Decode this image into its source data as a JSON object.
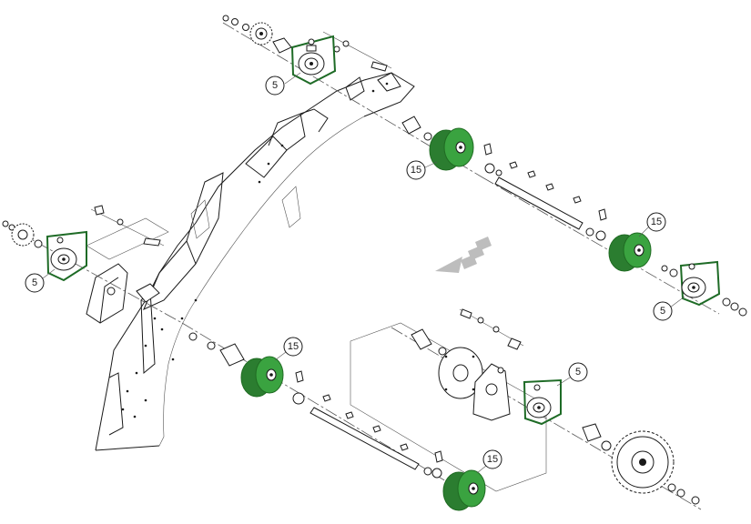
{
  "callouts": {
    "bearing_top": "5",
    "bearing_left": "5",
    "bearing_right": "5",
    "bearing_bottom": "5",
    "idler_upper_left": "15",
    "idler_upper_right": "15",
    "idler_lower_left": "15",
    "idler_lower_right": "15"
  },
  "colors": {
    "highlight_green": "#3aa340",
    "highlight_outline": "#1e6b26",
    "line": "#1a1a1a",
    "arrow": "#bdbdbd"
  }
}
